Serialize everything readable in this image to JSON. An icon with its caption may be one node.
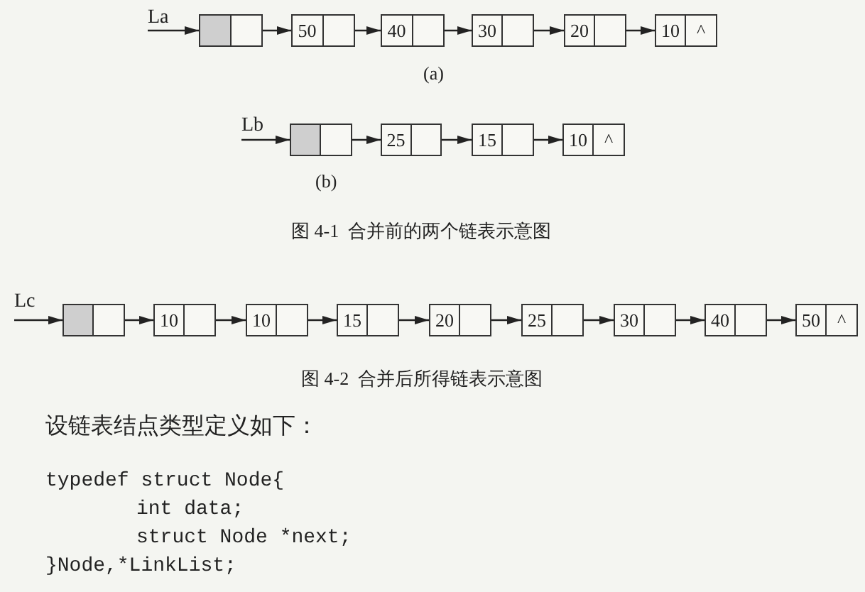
{
  "diagram": {
    "nodes": [
      {
        "text": [
          "La"
        ]
      },
      {
        "text": [],
        "shape": "box"
      },
      {
        "text": [
          "50"
        ]
      },
      {
        "text": [
          "40"
        ]
      },
      {
        "text": [
          "30"
        ]
      },
      {
        "text": [
          "20"
        ]
      },
      {
        "text": [
          "10",
          "^"
        ]
      },
      {
        "text": [
          "Lb"
        ]
      },
      {
        "text": [],
        "shape": "box"
      },
      {
        "text": [
          "25"
        ]
      },
      {
        "text": [
          "15"
        ]
      },
      {
        "text": [
          "10",
          "^"
        ]
      },
      {
        "text": [
          "Lc"
        ]
      },
      {
        "text": [],
        "shape": "box"
      },
      {
        "text": [
          "10"
        ]
      },
      {
        "text": [
          "10"
        ]
      },
      {
        "text": [
          "15"
        ]
      },
      {
        "text": [
          "20"
        ]
      },
      {
        "text": [
          "25"
        ]
      },
      {
        "text": [
          "30"
        ]
      },
      {
        "text": [
          "40"
        ]
      },
      {
        "text": [
          "50",
          "^"
        ]
      }
    ],
    "edges": [
      {
        "from": 0,
        "to": 1,
        "arrow": "to"
      },
      {
        "from": 1,
        "to": 2,
        "arrow": "to"
      },
      {
        "from": 2,
        "to": 3,
        "arrow": "to"
      },
      {
        "from": 3,
        "to": 4,
        "arrow": "to"
      },
      {
        "from": 4,
        "to": 5,
        "arrow": "to"
      },
      {
        "from": 5,
        "to": 6,
        "arrow": "to"
      },
      {
        "from": 7,
        "to": 8,
        "arrow": "to"
      },
      {
        "from": 8,
        "to": 9,
        "arrow": "to"
      },
      {
        "from": 9,
        "to": 10,
        "arrow": "to"
      },
      {
        "from": 10,
        "to": 11,
        "arrow": "to"
      },
      {
        "from": 12,
        "to": 13,
        "arrow": "to"
      },
      {
        "from": 13,
        "to": 14,
        "arrow": "to"
      },
      {
        "from": 14,
        "to": 15,
        "arrow": "to"
      },
      {
        "from": 15,
        "to": 16,
        "arrow": "to"
      },
      {
        "from": 16,
        "to": 17,
        "arrow": "to"
      },
      {
        "from": 17,
        "to": 18,
        "arrow": "to"
      },
      {
        "from": 18,
        "to": 19,
        "arrow": "to"
      },
      {
        "from": 19,
        "to": 20,
        "arrow": "to"
      },
      {
        "from": 20,
        "to": 21,
        "arrow": "to"
      }
    ],
    "labels": [
      "(a)",
      "(b)",
      "图 4-1  合并前的两个链表示意图",
      "图 4-2  合并后所得链表示意图",
      "设链表结点类型定义如下：",
      "typedef struct Node{",
      "int data;",
      "struct Node *next;",
      "}Node,*LinkList;"
    ]
  }
}
